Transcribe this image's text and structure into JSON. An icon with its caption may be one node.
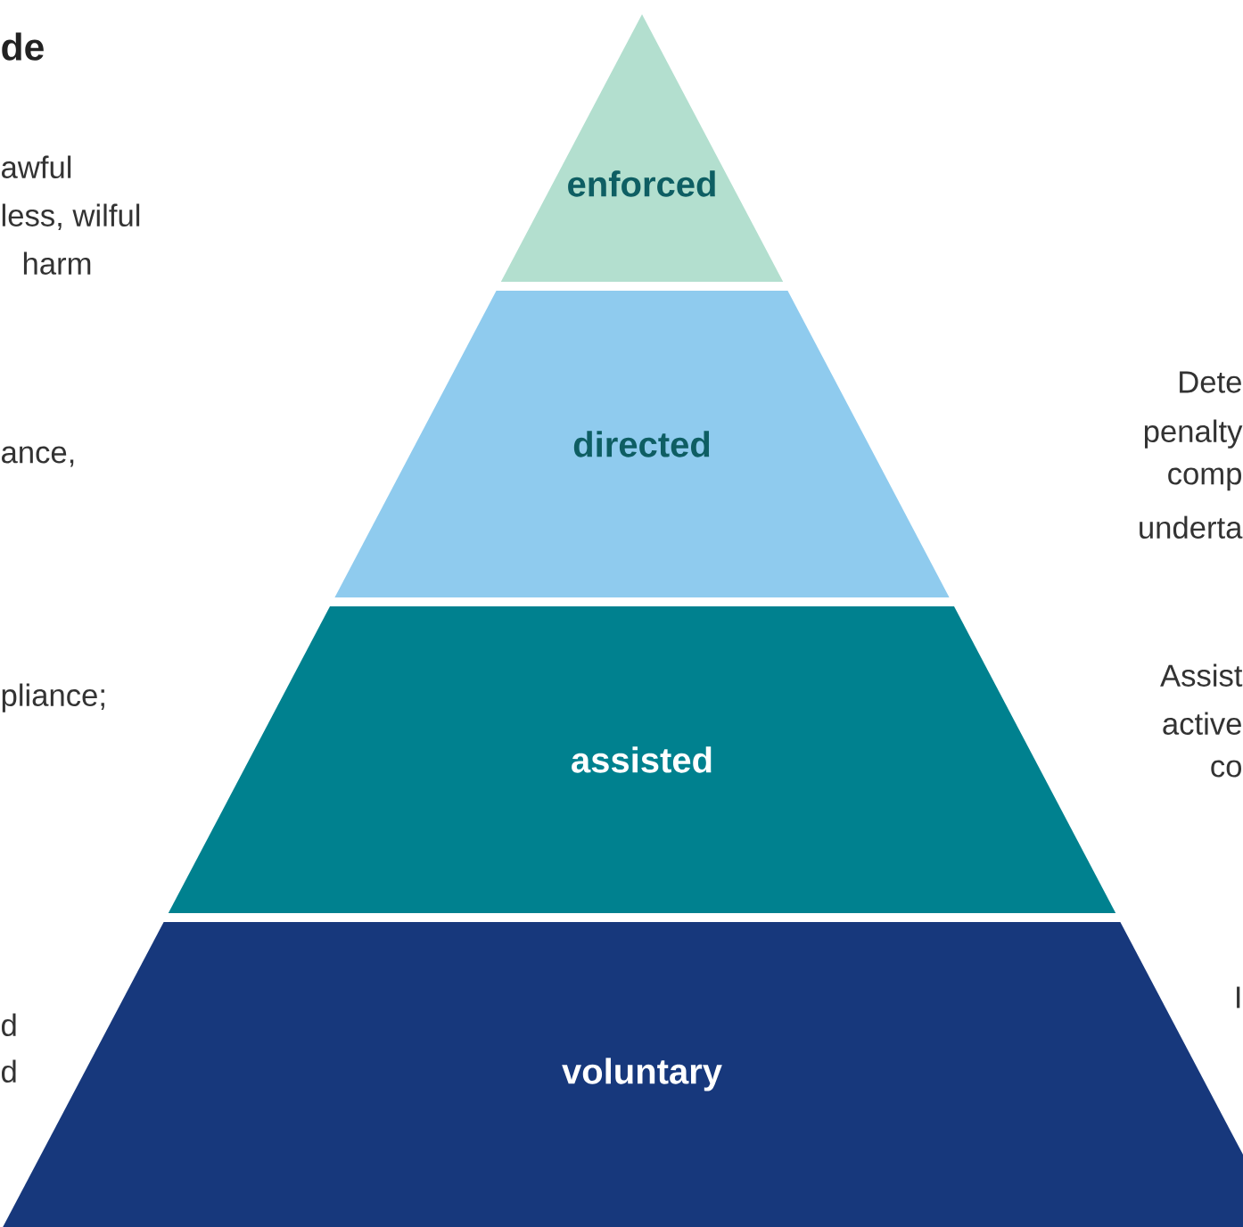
{
  "diagram": {
    "title": "de",
    "nodes": [
      {
        "text": [
          "enforced"
        ]
      },
      {
        "text": [
          "directed"
        ]
      },
      {
        "text": [
          "assisted"
        ]
      },
      {
        "text": [
          "voluntary"
        ]
      }
    ],
    "labels": [
      "awful",
      "less, wilful",
      "harm",
      "ance,",
      "pliance;",
      "d",
      "d",
      "Dete",
      "penalty",
      "comp",
      "underta",
      "Assist",
      "active",
      "co",
      "I"
    ]
  }
}
